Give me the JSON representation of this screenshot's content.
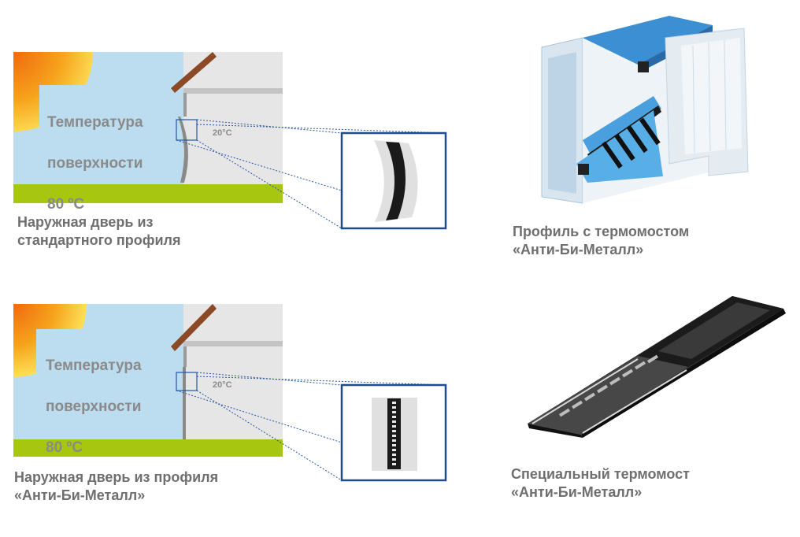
{
  "scene_top": {
    "surface_temp_lines": [
      "Температура",
      "поверхности",
      "80 ºC"
    ],
    "inside_temp": "20°C",
    "caption_lines": [
      "Наружная дверь из",
      "стандартного профиля"
    ]
  },
  "scene_bottom": {
    "surface_temp_lines": [
      "Температура",
      "поверхности",
      "80 ºC"
    ],
    "inside_temp": "20°C",
    "caption_lines": [
      "Наружная дверь из профиля",
      "«Анти-Би-Металл»"
    ]
  },
  "profile_photo": {
    "caption_lines": [
      "Профиль с термомостом",
      "«Анти-Би-Металл»"
    ]
  },
  "thermobridge_photo": {
    "caption_lines": [
      "Специальный термомост",
      "«Анти-Би-Металл»"
    ]
  },
  "colors": {
    "sky": "#bcdcef",
    "ground": "#a7c610",
    "wall": "#e6e6e6",
    "roof": "#8b4a25",
    "frame": "#1f4a8c",
    "sun": "#f3a21c"
  }
}
